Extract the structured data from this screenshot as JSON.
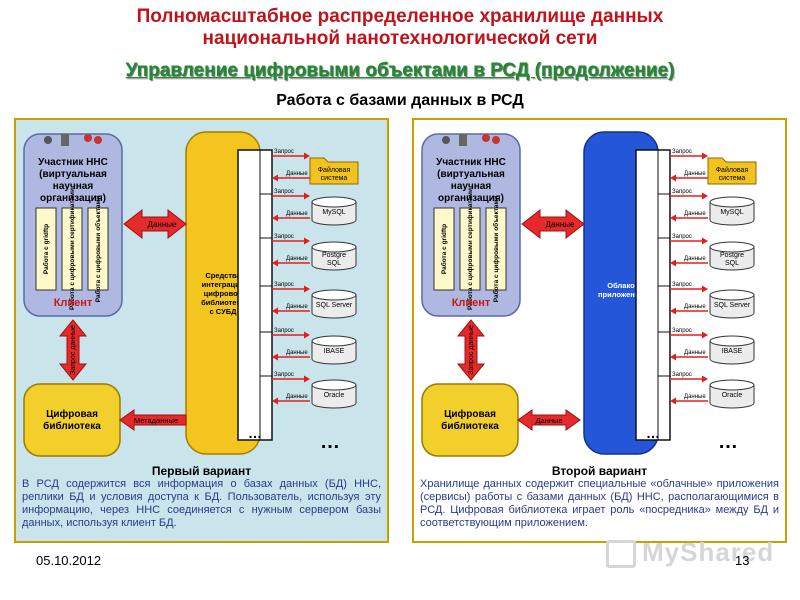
{
  "header": {
    "title_line1": "Полномасштабное распределенное хранилище данных",
    "title_line2": "национальной нанотехнологической сети",
    "subtitle": "Управление цифровыми объектами в РСД (продолжение)",
    "section": "Работа с базами данных в РСД"
  },
  "client": {
    "participant_title": [
      "Участник ННС",
      "(виртуальная",
      "научная",
      "организация)"
    ],
    "columns": [
      "Работа с gridftp",
      "Работа с цифровыми сертификатами",
      "Работа с цифровыми объектами"
    ],
    "label": "Клиент"
  },
  "library": {
    "label": [
      "Цифровая",
      "библиотека"
    ]
  },
  "arrows": {
    "data": "Данные",
    "request_data": "Запрос данные",
    "metadata": "Метаданные",
    "request": "Запрос",
    "reply": "Данные"
  },
  "databases": [
    {
      "name": [
        "Файловая",
        "система"
      ],
      "shape": "folder"
    },
    {
      "name": [
        "MySQL"
      ],
      "shape": "cylinder"
    },
    {
      "name": [
        "Postgre",
        "SQL"
      ],
      "shape": "cylinder"
    },
    {
      "name": [
        "SQL Server"
      ],
      "shape": "cylinder"
    },
    {
      "name": [
        "IBASE"
      ],
      "shape": "cylinder"
    },
    {
      "name": [
        "Oracle"
      ],
      "shape": "cylinder"
    }
  ],
  "ellipsis": "…",
  "left": {
    "middleware": [
      "Средства",
      "интеграции",
      "цифровой",
      "библиотеки",
      "с СУБД"
    ],
    "variant": "Первый вариант",
    "description": "В РСД содержится вся информация о базах данных (БД) ННС, реплики БД и условия доступа к БД. Пользователь, используя эту информацию, через ННС соединяется с нужным сервером базы данных, используя клиент БД."
  },
  "right": {
    "middleware": [
      "Облако",
      "приложений"
    ],
    "variant": "Второй вариант",
    "description": "Хранилище данных содержит специальные «облачные» приложения (сервисы) работы с базами данных (БД) ННС, располагающимися в РСД. Цифровая библиотека играет роль «посредника» между БД и соответствующим приложением."
  },
  "footer": {
    "date": "05.10.2012",
    "page": "13",
    "watermark": "MyShared"
  },
  "colors": {
    "title": "#c0131b",
    "subtitle": "#1f8a2f",
    "client_fill": "#aeb8e0",
    "library_fill": "#f2cf2a",
    "middleware_left": "#f5c51f",
    "middleware_right": "#2457d8",
    "arrow": "#e02020"
  }
}
